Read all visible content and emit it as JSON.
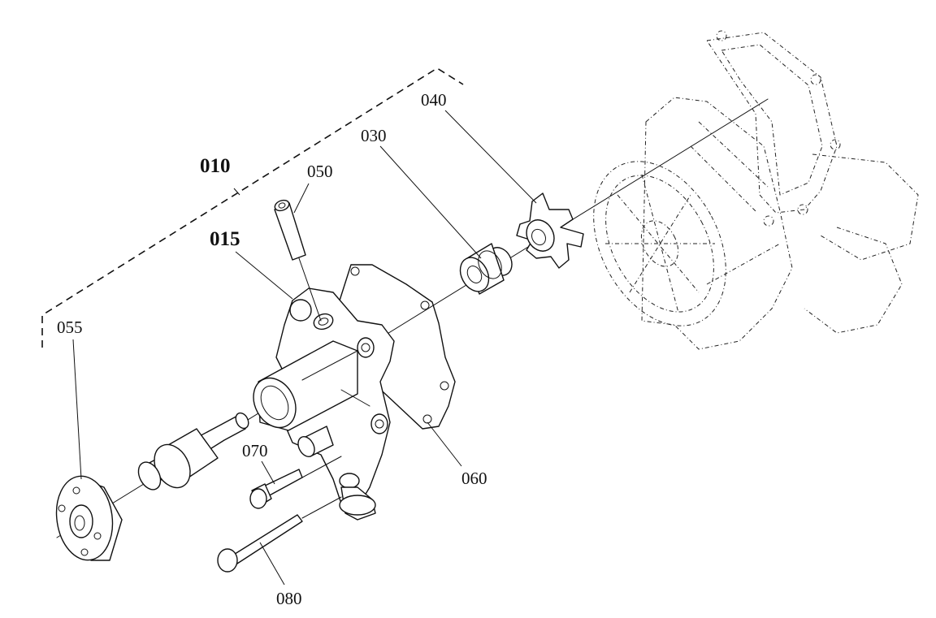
{
  "labels": {
    "l010": "010",
    "l015": "015",
    "l030": "030",
    "l040": "040",
    "l050": "050",
    "l055": "055",
    "l060": "060",
    "l070": "070",
    "l080": "080"
  }
}
